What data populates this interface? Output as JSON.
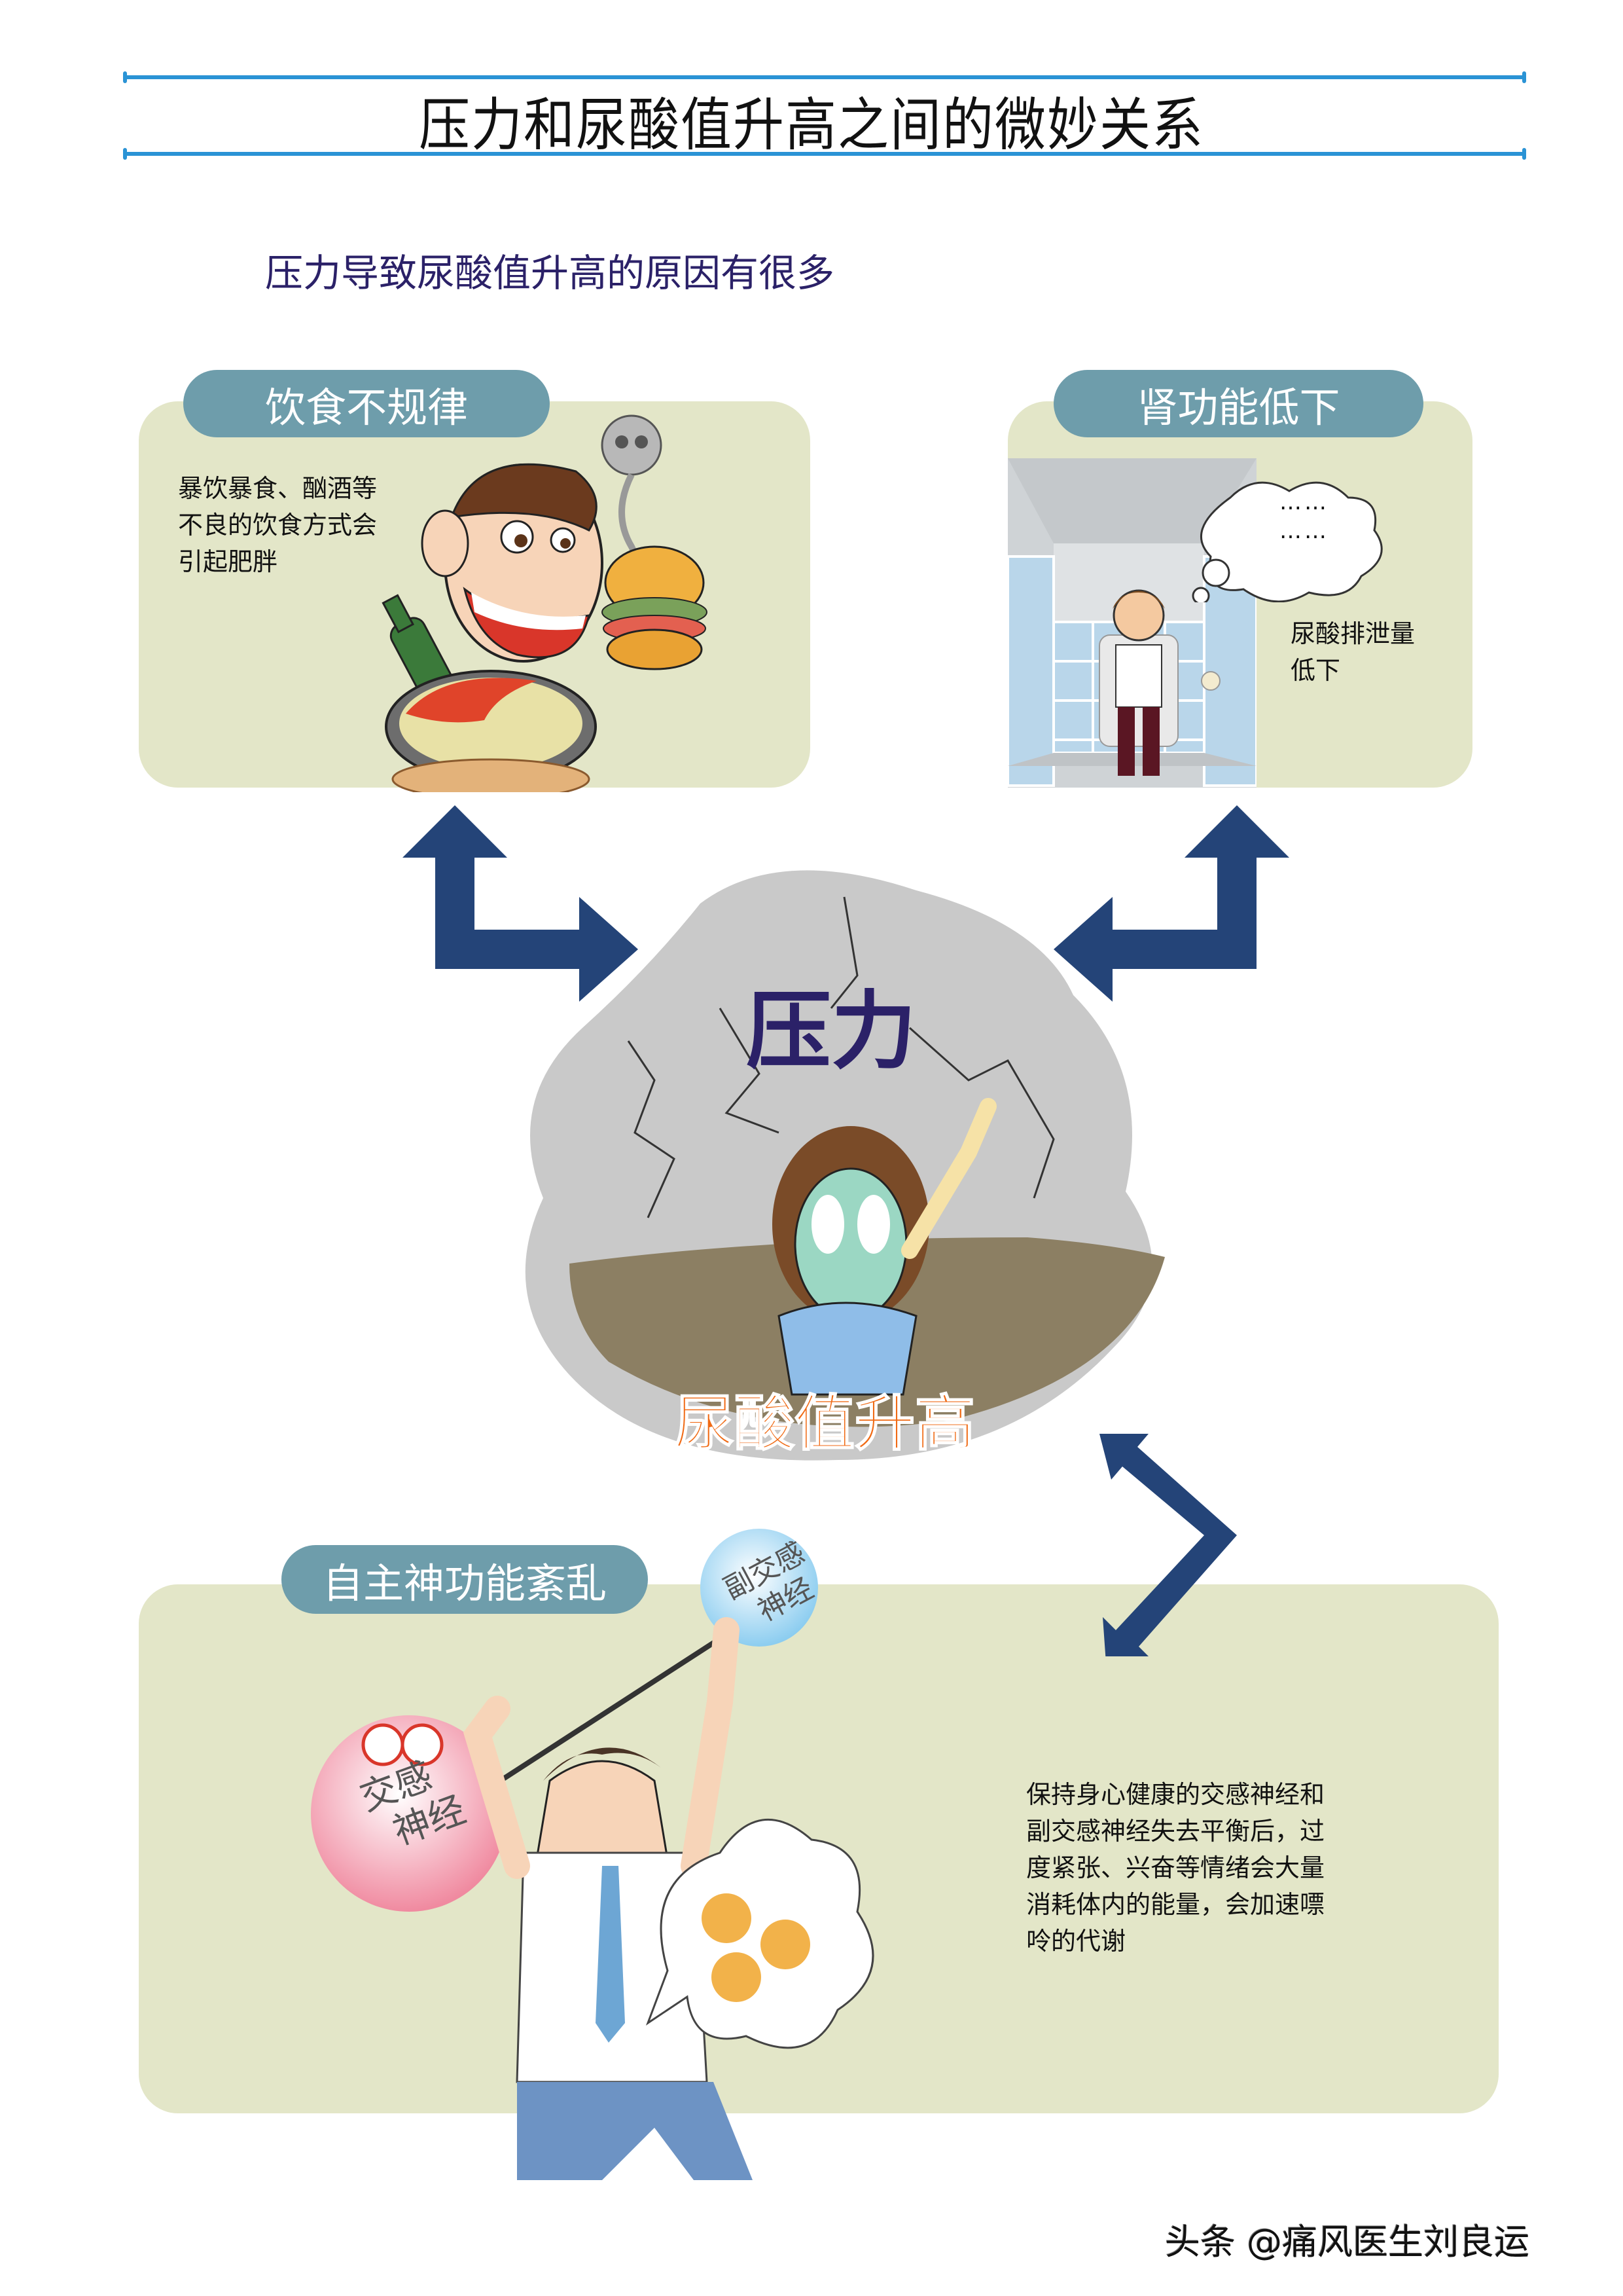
{
  "header": {
    "title": "压力和尿酸值升高之间的微妙关系",
    "rule_color": "#2a93d5"
  },
  "subtitle": "压力导致尿酸值升高的原因有很多",
  "center": {
    "top_label": "压力",
    "bottom_label": "尿酸值升高",
    "top_label_color": "#2b2168",
    "bottom_label_color": "#f06a14"
  },
  "panels": [
    {
      "id": "diet",
      "title": "饮食不规律",
      "text_lines": [
        "暴饮暴食、酗酒等",
        "不良的饮食方式会",
        "引起肥胖"
      ],
      "illustration": "man-eating-hotpot-burger-drinking"
    },
    {
      "id": "kidney",
      "title": "肾功能低下",
      "text_lines": [
        "尿酸排泄量",
        "低下"
      ],
      "thought_bubble": [
        "……",
        "……"
      ],
      "illustration": "man-on-toilet"
    },
    {
      "id": "autonomic",
      "title": "自主神功能紊乱",
      "text_lines": [
        "保持身心健康的交感神经和",
        "副交感神经失去平衡后，过",
        "度紧张、兴奋等情绪会大量",
        "消耗体内的能量，会加速嘌",
        "呤的代谢"
      ],
      "balloon_left": [
        "交感",
        "神经"
      ],
      "balloon_right": [
        "副交感",
        "神经"
      ],
      "illustration": "man-lifting-barbell"
    }
  ],
  "colors": {
    "panel_bg": "#e3e6c8",
    "pill_bg": "#6e9dab",
    "arrow": "#244478"
  },
  "watermark": "头条 @痛风医生刘良运"
}
